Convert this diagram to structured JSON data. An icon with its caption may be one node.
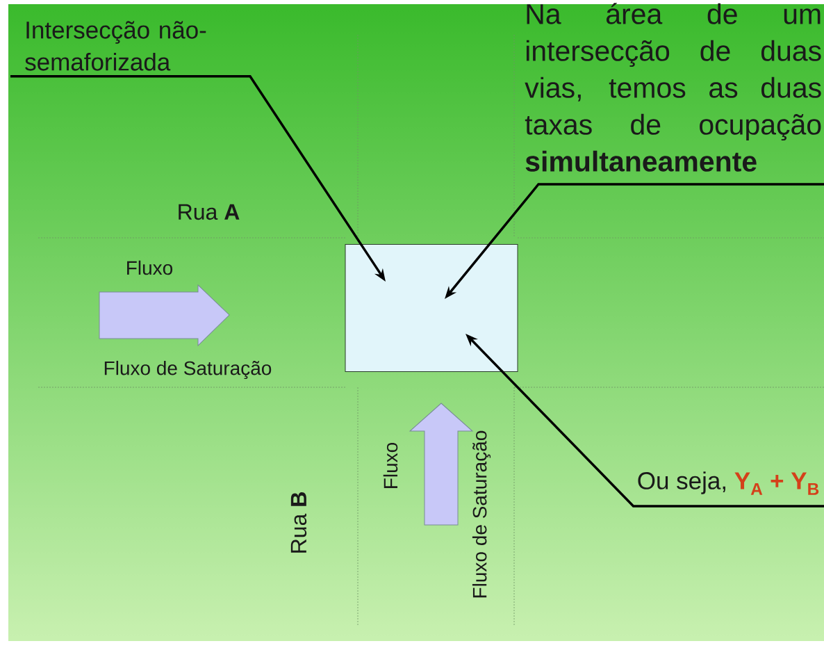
{
  "diagram": {
    "nodes": [
      {
        "text": [],
        "shape": "box"
      },
      {
        "text": [
          "Intersecção não-semaforizada"
        ]
      },
      {
        "text": [
          "Na área de um intersecção de duas vias, temos as duas taxas de ocupação **simultaneamente**"
        ]
      },
      {
        "text": [
          "Ou seja,",
          "Y$_{A}$ + Y$_{B}$"
        ]
      }
    ],
    "edges": [
      {
        "from": 1,
        "to": 0,
        "arrow": "to"
      },
      {
        "from": 2,
        "to": 0,
        "arrow": "to"
      },
      {
        "from": 3,
        "to": 0,
        "arrow": "to"
      }
    ],
    "labels": [
      "Rua **A**",
      "Fluxo",
      "Fluxo de Saturação",
      "Rua **B**",
      "Fluxo",
      "Fluxo de Saturação"
    ]
  }
}
